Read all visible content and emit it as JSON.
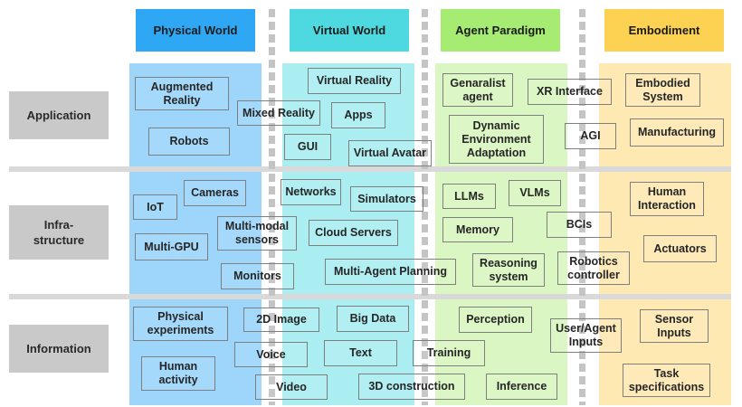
{
  "columns": [
    {
      "label": "Physical World",
      "color": "#2EA8F5"
    },
    {
      "label": "Virtual World",
      "color": "#4DD9DF"
    },
    {
      "label": "Agent Paradigm",
      "color": "#A6EB72"
    },
    {
      "label": "Embodiment",
      "color": "#FDD253"
    }
  ],
  "rows": [
    {
      "label": "Application"
    },
    {
      "label": "Infra-\nstructure"
    },
    {
      "label": "Information"
    }
  ],
  "boxes": {
    "augmented_reality": "Augmented\nReality",
    "robots": "Robots",
    "mixed_reality": "Mixed Reality",
    "virtual_reality": "Virtual Reality",
    "apps": "Apps",
    "gui": "GUI",
    "virtual_avatar": "Virtual Avatar",
    "genaralist_agent": "Genaralist\nagent",
    "xr_interface": "XR Interface",
    "dynamic_env": "Dynamic\nEnvironment\nAdaptation",
    "agi": "AGI",
    "embodied_system": "Embodied\nSystem",
    "manufacturing": "Manufacturing",
    "iot": "IoT",
    "cameras": "Cameras",
    "multi_gpu": "Multi-GPU",
    "multimodal_sensors": "Multi-modal\nsensors",
    "monitors": "Monitors",
    "networks": "Networks",
    "simulators": "Simulators",
    "cloud_servers": "Cloud Servers",
    "multi_agent_planning": "Multi-Agent Planning",
    "llms": "LLMs",
    "vlms": "VLMs",
    "memory": "Memory",
    "bcis": "BCIs",
    "reasoning_system": "Reasoning\nsystem",
    "robotics_controller": "Robotics\ncontroller",
    "human_interaction": "Human\nInteraction",
    "actuators": "Actuators",
    "physical_experiments": "Physical\nexperiments",
    "human_activity": "Human\nactivity",
    "image_2d": "2D Image",
    "big_data": "Big Data",
    "voice": "Voice",
    "text": "Text",
    "video": "Video",
    "construction_3d": "3D construction",
    "training": "Training",
    "perception": "Perception",
    "inference": "Inference",
    "user_agent_inputs": "User/Agent\nInputs",
    "sensor_inputs": "Sensor\nInputs",
    "task_specifications": "Task\nspecifications"
  }
}
